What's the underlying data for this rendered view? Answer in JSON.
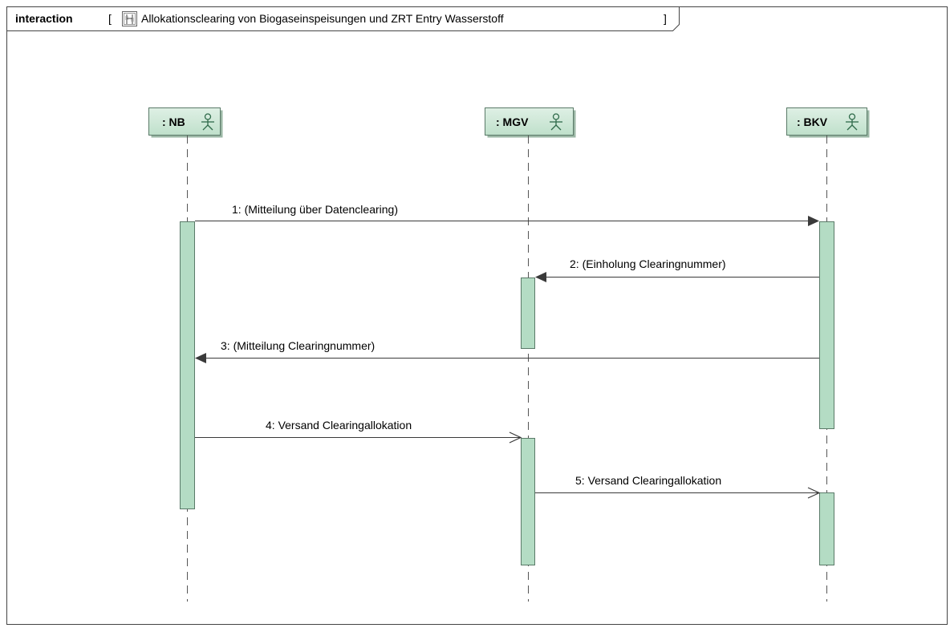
{
  "frame": {
    "keyword": "interaction",
    "open_bracket": "[",
    "title": "Allokationsclearing von Biogaseinspeisungen und ZRT Entry Wasserstoff",
    "close_bracket": "]",
    "icon": "interaction-diagram-icon"
  },
  "lifelines": [
    {
      "id": "nb",
      "label": ": NB",
      "icon": "actor-icon"
    },
    {
      "id": "mgv",
      "label": ": MGV",
      "icon": "actor-icon"
    },
    {
      "id": "bkv",
      "label": ": BKV",
      "icon": "actor-icon"
    }
  ],
  "messages": [
    {
      "label": "1: (Mitteilung über Datenclearing)",
      "from": "nb",
      "to": "bkv",
      "kind": "synchronous"
    },
    {
      "label": "2: (Einholung Clearingnummer)",
      "from": "bkv",
      "to": "mgv",
      "kind": "synchronous"
    },
    {
      "label": "3: (Mitteilung Clearingnummer)",
      "from": "bkv",
      "to": "nb",
      "kind": "synchronous"
    },
    {
      "label": "4: Versand Clearingallokation",
      "from": "nb",
      "to": "mgv",
      "kind": "asynchronous"
    },
    {
      "label": "5: Versand Clearingallokation",
      "from": "mgv",
      "to": "bkv",
      "kind": "asynchronous"
    }
  ],
  "colors": {
    "lifeline_fill": "#c9e3d3",
    "lifeline_border": "#5a7a68",
    "activation_fill": "#b4dcc4",
    "activation_border": "#5a7a68",
    "line": "#3a3a3a"
  }
}
